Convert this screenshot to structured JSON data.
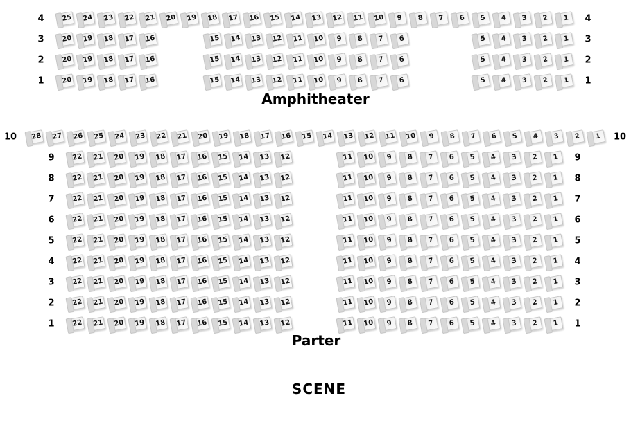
{
  "sections": [
    {
      "id": "amphitheater",
      "label": "Amphitheater",
      "rows": [
        {
          "label": "4",
          "blocks": [
            [
              25,
              24,
              23,
              22,
              21,
              20,
              19,
              18,
              17,
              16,
              15,
              14,
              13,
              12,
              11,
              10,
              9,
              8,
              7,
              6,
              5,
              4,
              3,
              2,
              1
            ]
          ]
        },
        {
          "label": "3",
          "blocks": [
            [
              20,
              19,
              18,
              17,
              16
            ],
            [
              15,
              14,
              13,
              12,
              11,
              10,
              9,
              8,
              7,
              6
            ],
            [
              5,
              4,
              3,
              2,
              1
            ]
          ]
        },
        {
          "label": "2",
          "blocks": [
            [
              20,
              19,
              18,
              17,
              16
            ],
            [
              15,
              14,
              13,
              12,
              11,
              10,
              9,
              8,
              7,
              6
            ],
            [
              5,
              4,
              3,
              2,
              1
            ]
          ]
        },
        {
          "label": "1",
          "blocks": [
            [
              20,
              19,
              18,
              17,
              16
            ],
            [
              15,
              14,
              13,
              12,
              11,
              10,
              9,
              8,
              7,
              6
            ],
            [
              5,
              4,
              3,
              2,
              1
            ]
          ]
        }
      ]
    },
    {
      "id": "parter",
      "label": "Parter",
      "rows": [
        {
          "label": "10",
          "blocks": [
            [
              28,
              27,
              26,
              25,
              24,
              23,
              22,
              21,
              20,
              19,
              18,
              17,
              16,
              15,
              14,
              13,
              12,
              11,
              10,
              9,
              8,
              7,
              6,
              5,
              4,
              3,
              2,
              1
            ]
          ]
        },
        {
          "label": "9",
          "blocks": [
            [
              22,
              21,
              20,
              19,
              18,
              17,
              16,
              15,
              14,
              13,
              12
            ],
            [
              11,
              10,
              9,
              8,
              7,
              6,
              5,
              4,
              3,
              2,
              1
            ]
          ]
        },
        {
          "label": "8",
          "blocks": [
            [
              22,
              21,
              20,
              19,
              18,
              17,
              16,
              15,
              14,
              13,
              12
            ],
            [
              11,
              10,
              9,
              8,
              7,
              6,
              5,
              4,
              3,
              2,
              1
            ]
          ]
        },
        {
          "label": "7",
          "blocks": [
            [
              22,
              21,
              20,
              19,
              18,
              17,
              16,
              15,
              14,
              13,
              12
            ],
            [
              11,
              10,
              9,
              8,
              7,
              6,
              5,
              4,
              3,
              2,
              1
            ]
          ]
        },
        {
          "label": "6",
          "blocks": [
            [
              22,
              21,
              20,
              19,
              18,
              17,
              16,
              15,
              14,
              13,
              12
            ],
            [
              11,
              10,
              9,
              8,
              7,
              6,
              5,
              4,
              3,
              2,
              1
            ]
          ]
        },
        {
          "label": "5",
          "blocks": [
            [
              22,
              21,
              20,
              19,
              18,
              17,
              16,
              15,
              14,
              13,
              12
            ],
            [
              11,
              10,
              9,
              8,
              7,
              6,
              5,
              4,
              3,
              2,
              1
            ]
          ]
        },
        {
          "label": "4",
          "blocks": [
            [
              22,
              21,
              20,
              19,
              18,
              17,
              16,
              15,
              14,
              13,
              12
            ],
            [
              11,
              10,
              9,
              8,
              7,
              6,
              5,
              4,
              3,
              2,
              1
            ]
          ]
        },
        {
          "label": "3",
          "blocks": [
            [
              22,
              21,
              20,
              19,
              18,
              17,
              16,
              15,
              14,
              13,
              12
            ],
            [
              11,
              10,
              9,
              8,
              7,
              6,
              5,
              4,
              3,
              2,
              1
            ]
          ]
        },
        {
          "label": "2",
          "blocks": [
            [
              22,
              21,
              20,
              19,
              18,
              17,
              16,
              15,
              14,
              13,
              12
            ],
            [
              11,
              10,
              9,
              8,
              7,
              6,
              5,
              4,
              3,
              2,
              1
            ]
          ]
        },
        {
          "label": "1",
          "blocks": [
            [
              22,
              21,
              20,
              19,
              18,
              17,
              16,
              15,
              14,
              13,
              12
            ],
            [
              11,
              10,
              9,
              8,
              7,
              6,
              5,
              4,
              3,
              2,
              1
            ]
          ]
        }
      ]
    }
  ],
  "scene_label": "SCENE",
  "colors": {
    "seat_fill": "#f1f1f1",
    "seat_border": "#c3c3c3",
    "seat_tab": "#d8d8d8",
    "text": "#000000"
  }
}
